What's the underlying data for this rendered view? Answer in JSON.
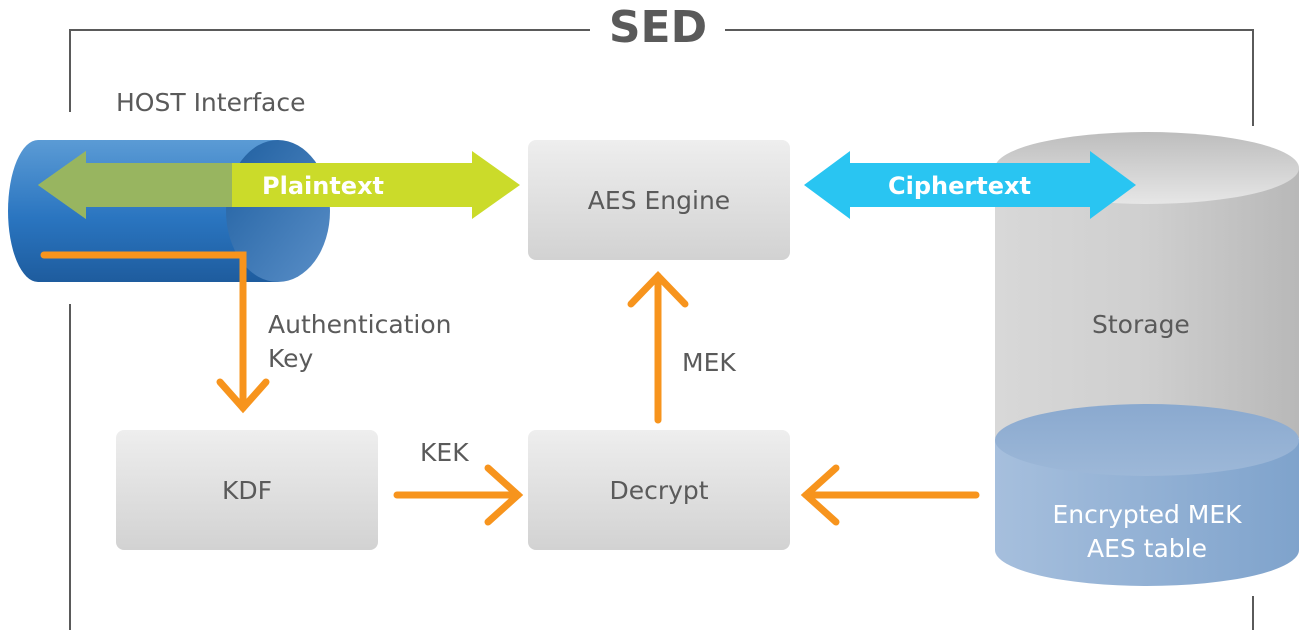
{
  "title": "SED",
  "host_label": "HOST Interface",
  "plaintext_label": "Plaintext",
  "ciphertext_label": "Ciphertext",
  "aes_engine_label": "AES Engine",
  "kdf_label": "KDF",
  "decrypt_label": "Decrypt",
  "storage_label": "Storage",
  "encrypted_table_line1": "Encrypted MEK",
  "encrypted_table_line2": "AES table",
  "auth_key_line1": "Authentication",
  "auth_key_line2": "Key",
  "mek_label": "MEK",
  "kek_label": "KEK",
  "colors": {
    "arrow_orange": "#f7941d",
    "plaintext_green": "#cbdb2a",
    "ciphertext_blue": "#29c5f2",
    "host_blue": "#2b73b9",
    "frame_gray": "#5a5a5a"
  }
}
